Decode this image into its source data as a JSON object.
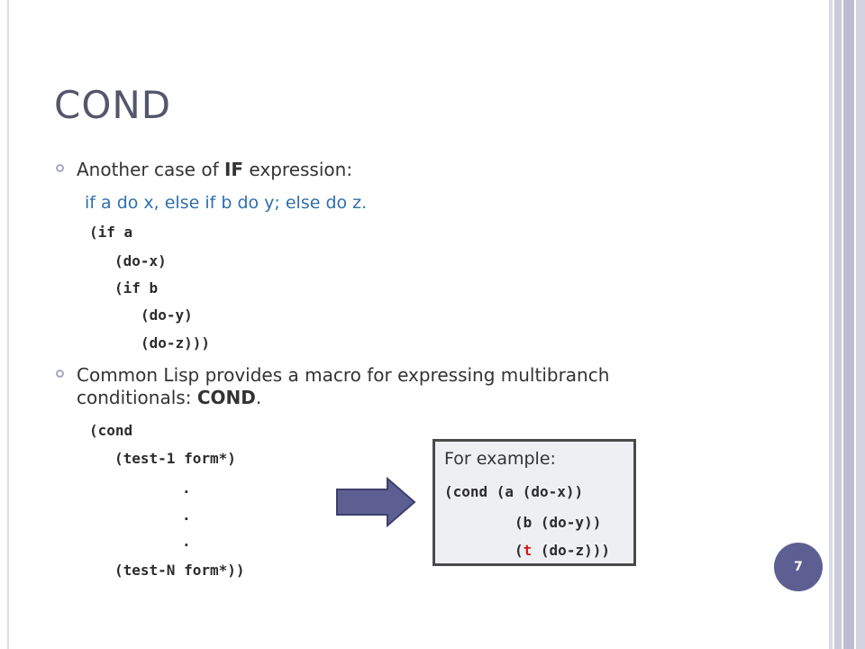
{
  "slide": {
    "title": "COND",
    "page_number": "7"
  },
  "bullet1": {
    "prefix": "Another case of ",
    "bold": "IF",
    "suffix": " expression:"
  },
  "description": "if a do x, else if b do y; else do z.",
  "if_code": [
    "(if a",
    "(do-x)",
    "(if b",
    "(do-y)",
    "(do-z)))"
  ],
  "bullet2": {
    "line1": "Common Lisp provides a macro for expressing multibranch",
    "line2_prefix": "conditionals: ",
    "bold": "COND",
    "line2_suffix": "."
  },
  "cond_code": [
    "(cond",
    "(test-1 form*)",
    ".",
    ".",
    ".",
    "(test-N form*))"
  ],
  "example": {
    "title": "For example:",
    "line1": "(cond (a (do-x))",
    "line2": "(b (do-y))",
    "line3_open": "(",
    "line3_t": "t",
    "line3_rest": " (do-z)))"
  },
  "colors": {
    "title": "#55566b",
    "accent_blue": "#2f6fad",
    "highlight_red": "#d01c1c",
    "arrow_fill": "#5d5f93",
    "page_circle": "#5d5f93"
  },
  "icons": [
    "ring-bullet-icon",
    "right-arrow-icon"
  ]
}
